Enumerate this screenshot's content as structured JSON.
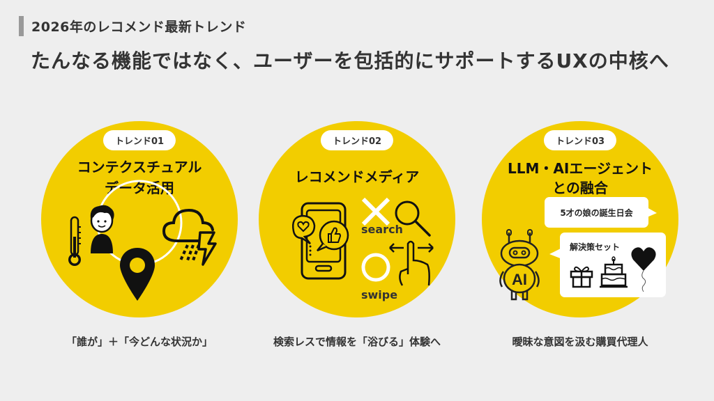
{
  "header": {
    "kicker": "2026年のレコメンド最新トレンド",
    "headline": "たんなる機能ではなく、ユーザーを包括的にサポートするUXの中核へ",
    "accent_bar_color": "#999999"
  },
  "theme": {
    "background": "#eeeeee",
    "circle_color": "#f2cd00",
    "text_color": "#333333"
  },
  "trends": [
    {
      "badge": "トレンド01",
      "title_line1": "コンテクスチュアル",
      "title_line2": "データ活用",
      "icons": [
        "thermometer-icon",
        "person-icon",
        "location-pin-icon",
        "storm-cloud-icon"
      ],
      "caption": "「誰が」＋「今どんな状況か」"
    },
    {
      "badge": "トレンド02",
      "title_line1": "レコメンドメディア",
      "icons": [
        "smartphone-social-icon",
        "cross-mark-icon",
        "search-icon",
        "circle-mark-icon",
        "swipe-gesture-icon"
      ],
      "search_label": "search",
      "swipe_label": "swipe",
      "caption": "検索レスで情報を「浴びる」体験へ"
    },
    {
      "badge": "トレンド03",
      "title_line1": "LLM・AIエージェント",
      "title_line2": "との融合",
      "request_bubble": "5才の娘の誕生日会",
      "response_bubble": "解決策セット",
      "robot_label": "AI",
      "icons": [
        "robot-icon",
        "gift-icon",
        "cake-icon",
        "heart-balloon-icon"
      ],
      "caption": "曖昧な意図を汲む購買代理人"
    }
  ]
}
